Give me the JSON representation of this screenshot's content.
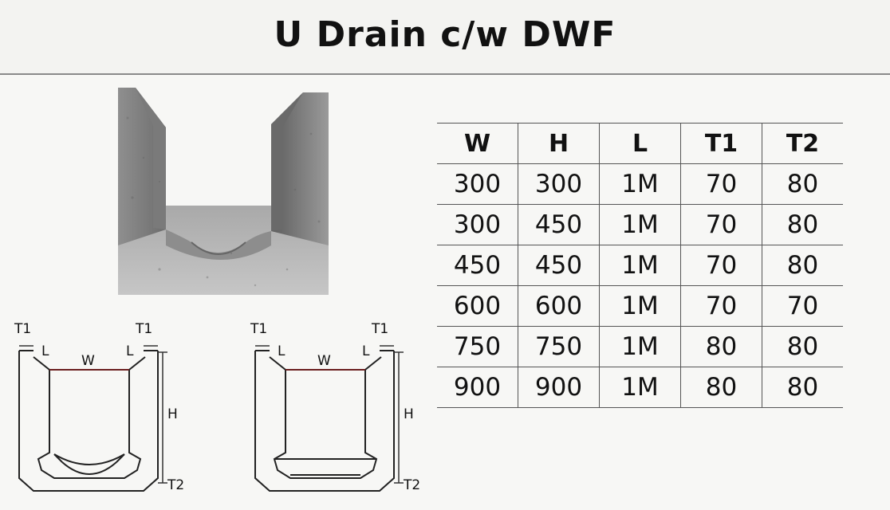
{
  "title": "U Drain c/w DWF",
  "diagram_labels": {
    "t1": "T1",
    "l": "L",
    "w": "W",
    "h": "H",
    "t2": "T2"
  },
  "table": {
    "headers": [
      "W",
      "H",
      "L",
      "T1",
      "T2"
    ],
    "rows": [
      [
        "300",
        "300",
        "1M",
        "70",
        "80"
      ],
      [
        "300",
        "450",
        "1M",
        "70",
        "80"
      ],
      [
        "450",
        "450",
        "1M",
        "70",
        "80"
      ],
      [
        "600",
        "600",
        "1M",
        "70",
        "70"
      ],
      [
        "750",
        "750",
        "1M",
        "80",
        "80"
      ],
      [
        "900",
        "900",
        "1M",
        "80",
        "80"
      ]
    ]
  }
}
